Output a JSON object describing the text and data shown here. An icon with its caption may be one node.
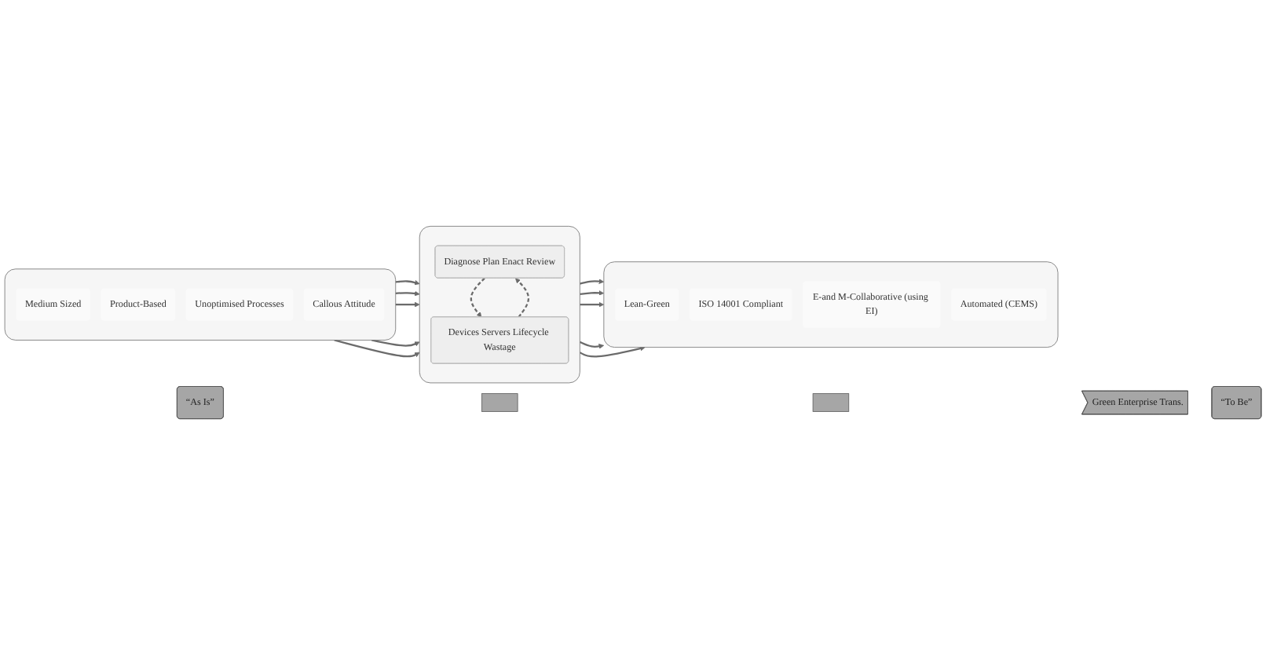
{
  "diagram": {
    "nodes": [
      {
        "text": [
          "“As Is”"
        ]
      },
      {
        "text": [],
        "shape": "box"
      },
      {
        "text": [],
        "shape": "box"
      },
      {
        "text": [
          "Green Enterprise Trans."
        ]
      },
      {
        "text": [
          "“To Be”"
        ]
      },
      {
        "text": [],
        "shape": "box"
      },
      {
        "text": [
          "Medium Sized"
        ],
        "in": 5
      },
      {
        "text": [
          "Product-Based"
        ],
        "in": 5
      },
      {
        "text": [
          "Unoptimised Processes"
        ],
        "in": 5
      },
      {
        "text": [
          "Callous Attitude"
        ],
        "in": 5
      },
      {
        "text": [],
        "shape": "box"
      },
      {
        "text": [
          "Diagnose Plan Enact Review"
        ],
        "in": 10
      },
      {
        "text": [
          "Devices Servers Lifecycle Wastage"
        ],
        "in": 10
      },
      {
        "text": [],
        "shape": "box"
      },
      {
        "text": [
          "Lean-Green"
        ],
        "in": 13
      },
      {
        "text": [
          "ISO 14001 Compliant"
        ],
        "in": 13
      },
      {
        "text": [
          "E-and M-Collaborative (using EI)"
        ],
        "in": 13
      },
      {
        "text": [
          "Automated (CEMS)"
        ],
        "in": 13
      }
    ],
    "edges": [
      {
        "from": 5,
        "to": 10,
        "arrow": "to"
      },
      {
        "from": 5,
        "to": 10,
        "arrow": "to"
      },
      {
        "from": 5,
        "to": 10,
        "arrow": "to"
      },
      {
        "from": 5,
        "to": 10,
        "arrow": "to"
      },
      {
        "from": 5,
        "to": 10,
        "arrow": "to"
      },
      {
        "from": 12,
        "to": 11,
        "arrow": "to",
        "style": "dashed"
      },
      {
        "from": 11,
        "to": 12,
        "arrow": "to",
        "style": "dashed"
      },
      {
        "from": 10,
        "to": 13,
        "arrow": "to"
      },
      {
        "from": 10,
        "to": 13,
        "arrow": "to"
      },
      {
        "from": 10,
        "to": 13,
        "arrow": "to"
      },
      {
        "from": 10,
        "to": 13,
        "arrow": "to"
      },
      {
        "from": 10,
        "to": 13,
        "arrow": "to"
      }
    ]
  }
}
